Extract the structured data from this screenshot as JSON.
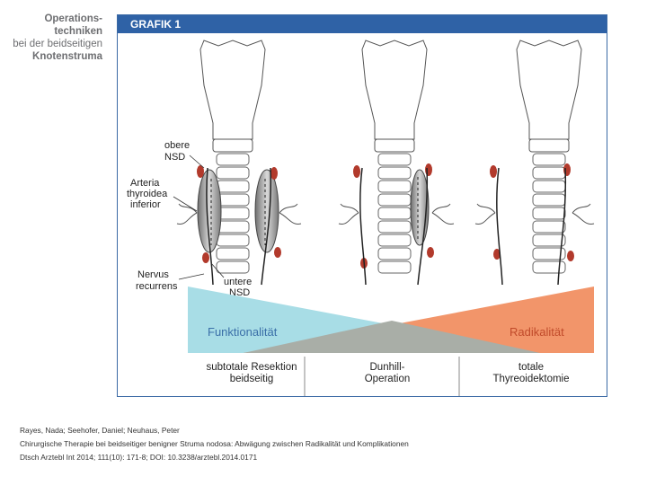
{
  "side_title": {
    "line1": "Operations-",
    "line2": "techniken",
    "line3": "bei der beidseitigen",
    "line4": "Knotenstruma"
  },
  "figure": {
    "header": "GRAFIK 1",
    "labels": {
      "obere_nsd_1": "obere",
      "obere_nsd_2": "NSD",
      "arteria_1": "Arteria",
      "arteria_2": "thyroidea",
      "arteria_3": "inferior",
      "nervus_1": "Nervus",
      "nervus_2": "recurrens",
      "untere_nsd_1": "untere",
      "untere_nsd_2": "NSD"
    },
    "wedge": {
      "left_label": "Funktionalität",
      "right_label": "Radikalität",
      "left_color": "#a8dde6",
      "right_color": "#f2956a",
      "middle_color": "#a9aea7"
    },
    "columns": [
      {
        "line1": "subtotale Resektion",
        "line2": "beidseitig"
      },
      {
        "line1": "Dunhill-",
        "line2": "Operation"
      },
      {
        "line1": "totale",
        "line2": "Thyreoidektomie"
      }
    ]
  },
  "citation": {
    "authors": "Rayes, Nada; Seehofer, Daniel; Neuhaus, Peter",
    "title": "Chirurgische Therapie bei beidseitiger benigner Struma nodosa: Abwägung zwischen Radikalität und Komplikationen",
    "source": "Dtsch Arztebl Int 2014; 111(10): 171-8; DOI: 10.3238/arztebl.2014.0171"
  }
}
